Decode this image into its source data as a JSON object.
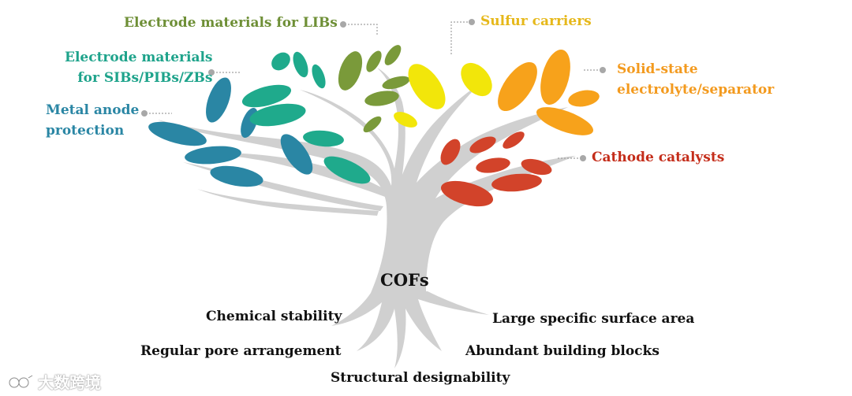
{
  "title": "COFs",
  "colors": {
    "trunk": "#cfcfcf",
    "teal_blue": "#2a86a4",
    "teal_green": "#1faa8c",
    "olive_green": "#7a9a3a",
    "yellow": "#f2e60a",
    "orange": "#f7a21b",
    "red": "#d2432a",
    "leader_line": "#9a9a9a",
    "dot": "#a8a8a8"
  },
  "applications": [
    {
      "text": [
        "Electrode materials for LIBs"
      ],
      "color": "#6e8f36"
    },
    {
      "text": [
        "Sulfur carriers"
      ],
      "color": "#e6b81a"
    },
    {
      "text": [
        "Electrode materials",
        "for SIBs/PIBs/ZBs"
      ],
      "color": "#1ea38b"
    },
    {
      "text": [
        "Solid-state",
        "electrolyte/separator"
      ],
      "color": "#f39a1e"
    },
    {
      "text": [
        "Metal anode",
        "protection"
      ],
      "color": "#2a86a4"
    },
    {
      "text": [
        "Cathode catalysts"
      ],
      "color": "#c42d1a"
    }
  ],
  "properties": [
    "Chemical stability",
    "Regular pore arrangement",
    "Structural designability",
    "Abundant building blocks",
    "Large specific surface area"
  ],
  "watermark": {
    "icon": "fox-logo-icon",
    "text": "大数跨境"
  }
}
